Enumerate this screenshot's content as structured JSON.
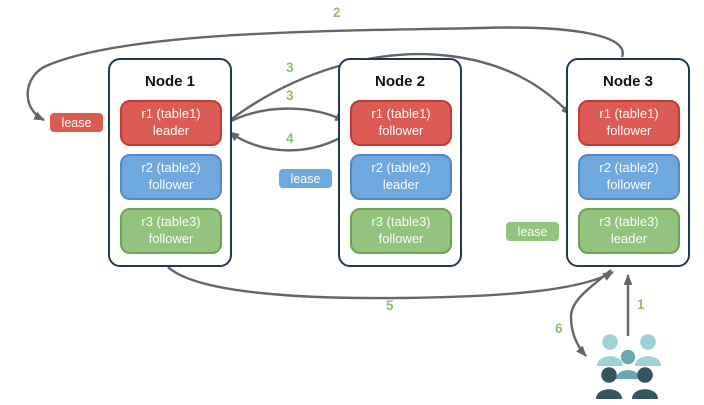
{
  "diagram": {
    "nodes": [
      {
        "title": "Node 1",
        "replicas": [
          {
            "name": "r1 (table1)",
            "role": "leader",
            "color": "red"
          },
          {
            "name": "r2 (table2)",
            "role": "follower",
            "color": "blue"
          },
          {
            "name": "r3 (table3)",
            "role": "follower",
            "color": "green"
          }
        ]
      },
      {
        "title": "Node 2",
        "replicas": [
          {
            "name": "r1 (table1)",
            "role": "follower",
            "color": "red"
          },
          {
            "name": "r2 (table2)",
            "role": "leader",
            "color": "blue"
          },
          {
            "name": "r3 (table3)",
            "role": "follower",
            "color": "green"
          }
        ]
      },
      {
        "title": "Node 3",
        "replicas": [
          {
            "name": "r1 (table1)",
            "role": "follower",
            "color": "red"
          },
          {
            "name": "r2 (table2)",
            "role": "follower",
            "color": "blue"
          },
          {
            "name": "r3 (table3)",
            "role": "leader",
            "color": "green"
          }
        ]
      }
    ],
    "leases": [
      {
        "label": "lease",
        "color": "red"
      },
      {
        "label": "lease",
        "color": "blue"
      },
      {
        "label": "lease",
        "color": "green"
      }
    ],
    "step_labels": [
      "1",
      "2",
      "3",
      "3",
      "4",
      "5",
      "6"
    ],
    "icons": {
      "users": "users-group-icon"
    },
    "colors": {
      "replica_red": "#DC5B55",
      "replica_red_border": "#C23B33",
      "replica_blue": "#6FA8DC",
      "replica_blue_border": "#5588BE",
      "replica_green": "#93C47D",
      "replica_green_border": "#6FA153",
      "node_border": "#24365A",
      "arrow": "#666666",
      "step_label": "#8FBE6F",
      "users_light": "#9ED2D6",
      "users_medium": "#69A8B0",
      "users_dark": "#35565F"
    }
  }
}
